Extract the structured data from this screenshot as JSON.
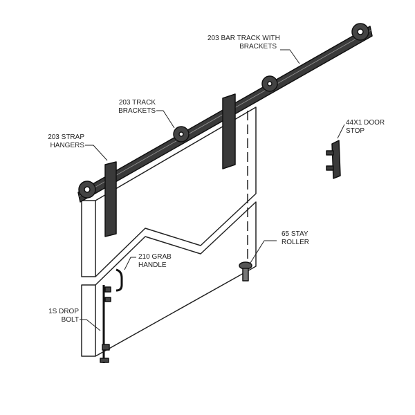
{
  "labels": {
    "bar_track": [
      "203 BAR TRACK WITH",
      "BRACKETS"
    ],
    "track_brackets": [
      "203 TRACK",
      "BRACKETS"
    ],
    "strap_hangers": [
      "203 STRAP",
      "HANGERS"
    ],
    "door_stop": [
      "44X1 DOOR",
      "STOP"
    ],
    "stay_roller": [
      "65 STAY",
      "ROLLER"
    ],
    "grab_handle": [
      "210 GRAB",
      "HANDLE"
    ],
    "drop_bolt": [
      "1S DROP",
      "BOLT"
    ]
  },
  "colors": {
    "line": "#222222",
    "metal": "#333333"
  }
}
